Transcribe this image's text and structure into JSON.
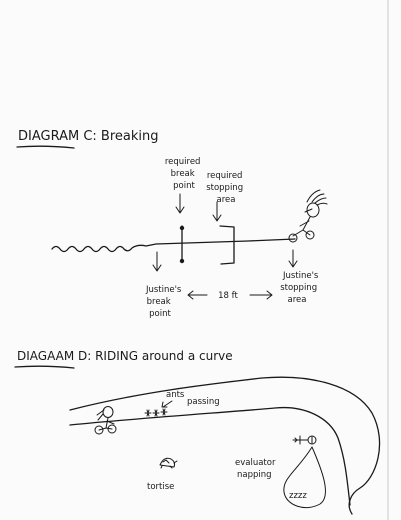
{
  "diagram_c": {
    "heading": "DIAGRAM C: Breaking",
    "required_break_point": [
      "required",
      "break",
      "point"
    ],
    "required_stopping_area": [
      "required",
      "stopping",
      "area"
    ],
    "justine_break_point": [
      "Justine's",
      "break",
      "point"
    ],
    "distance_label": "18 ft",
    "justine_stopping_area": [
      "Justine's",
      "stopping",
      "area"
    ]
  },
  "diagram_d": {
    "heading": "DIAGAAM D: RIDING around a curve",
    "ants_label": [
      "ants",
      "passing"
    ],
    "evaluator_label": [
      "evaluator",
      "napping"
    ],
    "snore_label": "zzzz",
    "tortise_label": "tortise"
  }
}
